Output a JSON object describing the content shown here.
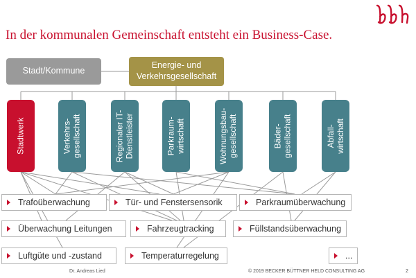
{
  "header": {
    "logo_text": "bbh",
    "title": "In der kommunalen Gemeinschaft entsteht ein Business-Case."
  },
  "colors": {
    "accent_red": "#c8102e",
    "teal": "#47808b",
    "gold": "#a49347",
    "gray": "#9a9a9a"
  },
  "top_boxes": {
    "city": "Stadt/Kommune",
    "company": "Energie- und\nVerkehrsgesellschaft"
  },
  "units": [
    {
      "label": "Stadtwerk"
    },
    {
      "label": "Verkehrs-\ngesellschaft"
    },
    {
      "label": "Regionaler IT-\nDienstleister"
    },
    {
      "label": "Parkraum-\nwirtschaft"
    },
    {
      "label": "Wohnungsbau-\ngesellschaft"
    },
    {
      "label": "Bäder-\ngesellschaft"
    },
    {
      "label": "Abfall-\nwirtschaft"
    }
  ],
  "applications": [
    {
      "label": "Trafoüberwachung"
    },
    {
      "label": "Tür- und Fenstersensorik"
    },
    {
      "label": "Parkraumüberwachung"
    },
    {
      "label": "Überwachung Leitungen"
    },
    {
      "label": "Fahrzeugtracking"
    },
    {
      "label": "Füllstandsüberwachung"
    },
    {
      "label": "Luftgüte und -zustand"
    },
    {
      "label": "Temperaturregelung"
    },
    {
      "label": "..."
    }
  ],
  "footer": {
    "author": "Dr. Andreas Lied",
    "copyright": "© 2019 BECKER BÜTTNER HELD CONSULTING AG",
    "page": "2"
  }
}
